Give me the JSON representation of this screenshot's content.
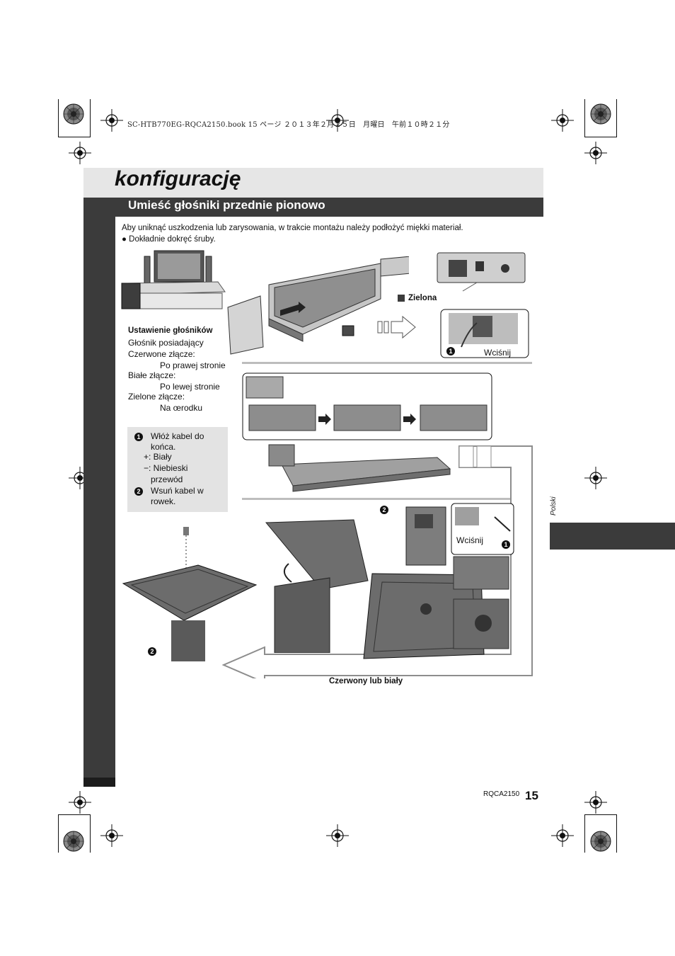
{
  "header": {
    "file_line": "SC-HTB770EG-RQCA2150.book  15 ページ  ２０１３年２月２５日　月曜日　午前１０時２１分"
  },
  "page": {
    "title": "konfigurację",
    "subtitle": "Umieść głośniki przednie pionowo",
    "intro": "Aby uniknąć uszkodzenia lub zarysowania, w trakcie montażu należy podłożyć miękki materiał.",
    "bullet": "Dokładnie dokręć śruby.",
    "language_tab": "Polski",
    "doc_code": "RQCA2150",
    "page_number": "15"
  },
  "speaker_setup": {
    "heading": "Ustawienie głośników",
    "line1": "Głośnik posiadający",
    "red_label": "Czerwone złącze:",
    "red_value": "Po prawej stronie",
    "white_label": "Białe złącze:",
    "white_value": "Po lewej stronie",
    "green_label": "Zielone złącze:",
    "green_value": "Na œrodku"
  },
  "steps": {
    "step1_num": "1",
    "step1_line1": "Włóż kabel do",
    "step1_line2": "końca.",
    "plus_line": "+: Biały",
    "minus_line": "−: Niebieski",
    "minus_line2": "przewód",
    "step2_num": "2",
    "step2_line1": "Wsuń kabel w",
    "step2_line2": "rowek."
  },
  "callouts": {
    "zielona": "Zielona",
    "wcisnij_top": "Wciśnij",
    "wcisnij_right": "Wciśnij",
    "czerwony": "Czerwony lub biały",
    "badge1": "1",
    "badge2": "2"
  },
  "colors": {
    "dark_band": "#3b3b3b",
    "title_band": "#e6e6e6",
    "step_box": "#e3e3e3"
  },
  "icons": [
    "registration-mark-icon",
    "crop-mark-icon",
    "arrow-right-icon",
    "arrow-left-icon",
    "screw-icon",
    "speaker-icon",
    "tv-icon"
  ]
}
